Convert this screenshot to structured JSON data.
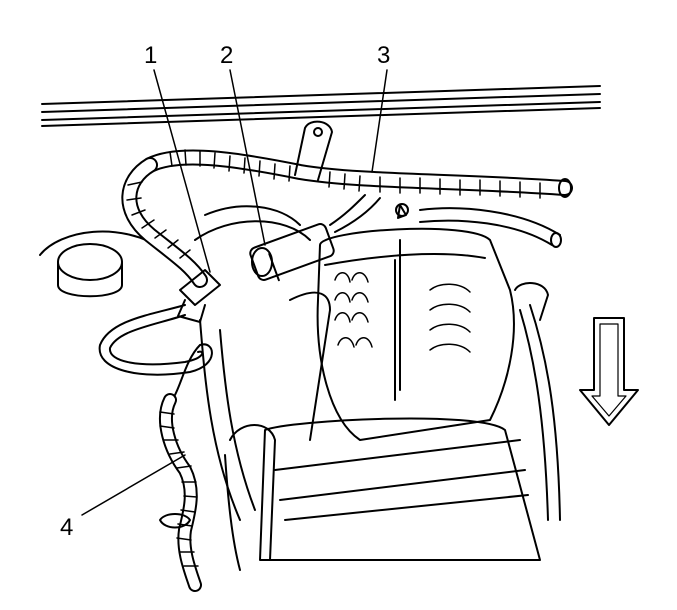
{
  "callouts": [
    {
      "label": "1"
    },
    {
      "label": "2"
    },
    {
      "label": "3"
    },
    {
      "label": "4"
    }
  ],
  "colors": {
    "line": "#000000",
    "fill": "#ffffff"
  },
  "icons": [
    "down-arrow-icon"
  ]
}
